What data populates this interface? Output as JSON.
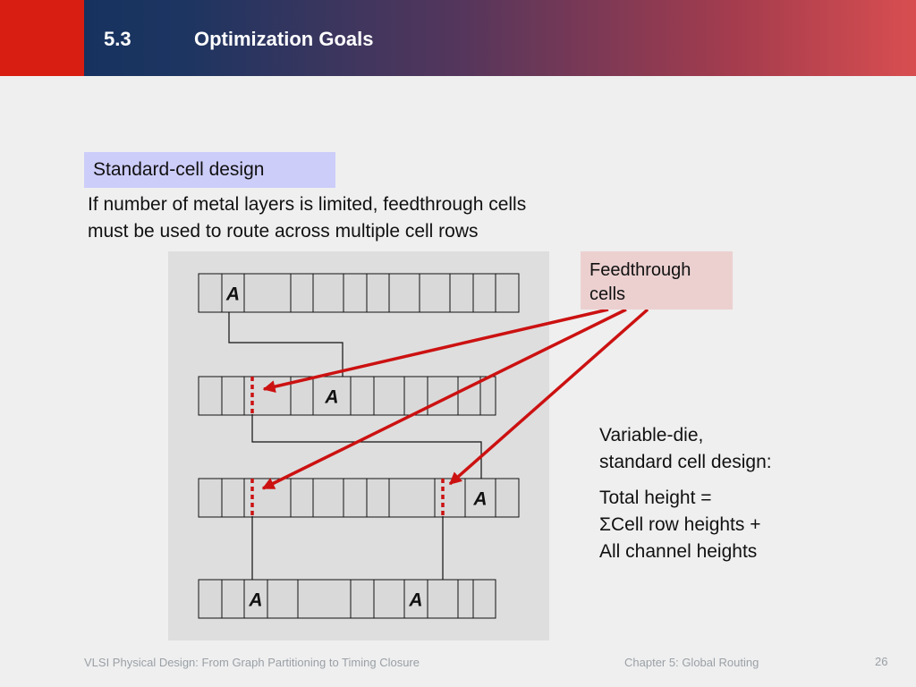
{
  "header": {
    "section_number": "5.3",
    "section_title": "Optimization Goals"
  },
  "topic_label": "Standard-cell design",
  "intro_lines": [
    "If number of metal layers is limited, feedthrough cells",
    "must be used to route across multiple cell rows"
  ],
  "callout_lines": [
    "Feedthrough",
    "cells"
  ],
  "side_text": {
    "lines_a": [
      "Variable-die,",
      "standard cell design:"
    ],
    "lines_b": [
      "Total height =",
      "ΣCell row heights +",
      "All channel heights"
    ]
  },
  "diagram": {
    "rows": [
      {
        "cells": [
          "",
          "A",
          "",
          "",
          "",
          "",
          "",
          "",
          "",
          "",
          "",
          ""
        ]
      },
      {
        "cells": [
          "",
          "",
          "",
          "",
          "A",
          "",
          "",
          "",
          "",
          "",
          ""
        ]
      },
      {
        "cells": [
          "",
          "",
          "",
          "",
          "",
          "",
          "",
          "",
          "",
          "A",
          ""
        ]
      },
      {
        "cells": [
          "",
          "",
          "A",
          "",
          "",
          "",
          "",
          "A",
          "",
          "",
          ""
        ]
      }
    ],
    "colors": {
      "row_fill": "#d9d9d9",
      "panel_fill": "#dedede",
      "feedthrough": "#cc1111",
      "arrow": "#cc1111"
    }
  },
  "footer": {
    "left": "VLSI Physical Design: From Graph Partitioning to Timing Closure",
    "center": "Chapter 5: Global Routing",
    "page": "26"
  }
}
